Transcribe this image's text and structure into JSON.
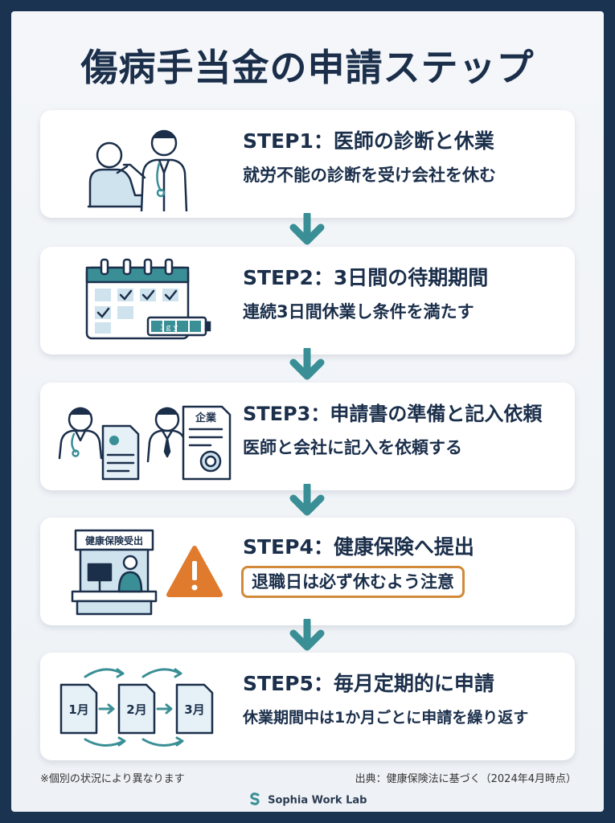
{
  "title": "傷病手当金の申請ステップ",
  "steps": [
    {
      "title": "STEP1：医師の診断と休業",
      "desc": "就労不能の診断を受け会社を休む"
    },
    {
      "title": "STEP2：3日間の待期期間",
      "desc": "連続3日間休業し条件を満たす",
      "battery_label": "3ｇｙ"
    },
    {
      "title": "STEP3：申請書の準備と記入依頼",
      "desc": "医師と会社に記入を依頼する",
      "company_label": "企業"
    },
    {
      "title": "STEP4：健康保険へ提出",
      "desc": "退職日は必ず休むよう注意",
      "counter_label": "健康保険受出"
    },
    {
      "title": "STEP5：毎月定期的に申請",
      "desc": "休業期間中は1か月ごとに申請を繰り返す",
      "months": [
        "1月",
        "2月",
        "3月"
      ]
    }
  ],
  "footnote": "※個別の状況により異なります",
  "source": "出典：健康保険法に基づく（2024年4月時点）",
  "brand": "Sophia Work Lab",
  "colors": {
    "navy": "#1b2f4b",
    "teal": "#3a8f96",
    "warning": "#e07a2c",
    "light_blue": "#cfe3ee"
  }
}
